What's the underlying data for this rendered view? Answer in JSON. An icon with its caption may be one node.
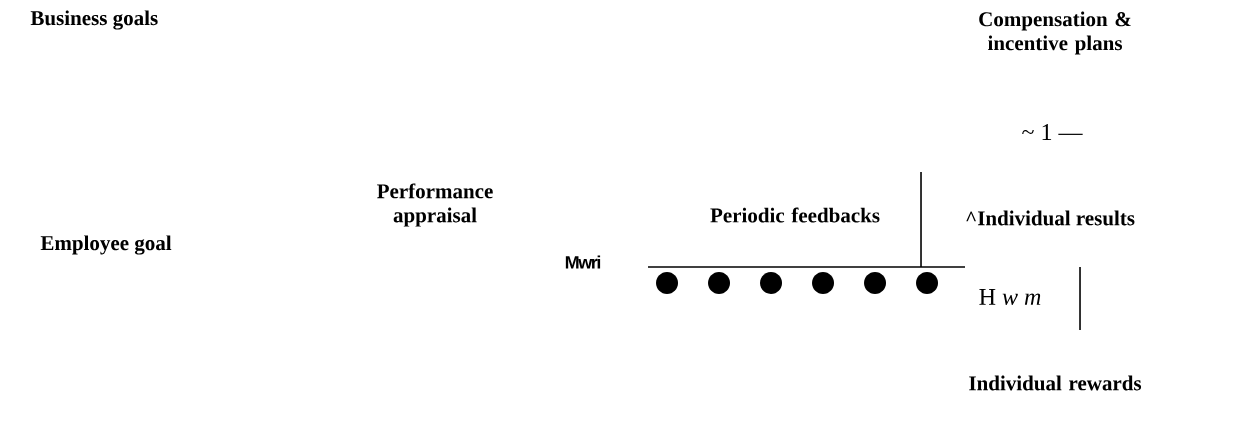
{
  "diagram": {
    "labels": [
      "Business goals",
      "Compensation & incentive plans",
      "~ 1 —",
      "Performance appraisal",
      "Periodic feedbacks",
      "^Individual results",
      "Employee goal",
      "Mwri",
      "H *w m*",
      "Individual rewards"
    ]
  }
}
